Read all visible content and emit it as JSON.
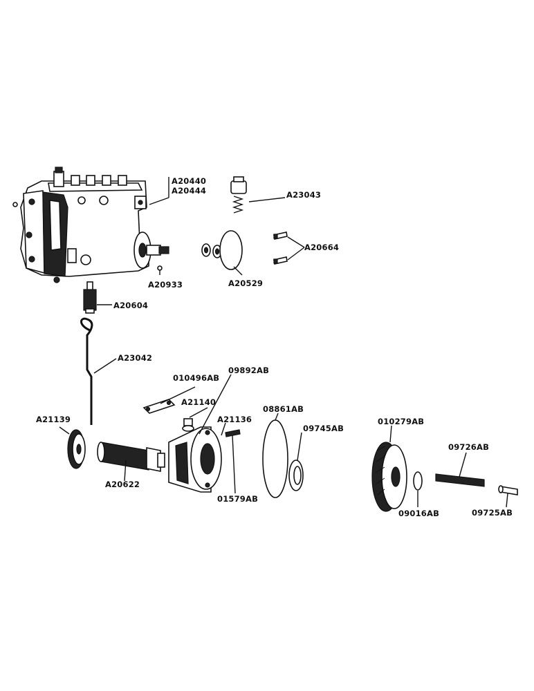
{
  "parts": [
    {
      "id": "p1",
      "number": "A20440"
    },
    {
      "id": "p2",
      "number": "A20444"
    },
    {
      "id": "p3",
      "number": "A23043"
    },
    {
      "id": "p4",
      "number": "A20664"
    },
    {
      "id": "p5",
      "number": "A20933"
    },
    {
      "id": "p6",
      "number": "A20529"
    },
    {
      "id": "p7",
      "number": "A20604"
    },
    {
      "id": "p8",
      "number": "A23042"
    },
    {
      "id": "p9",
      "number": "010496AB"
    },
    {
      "id": "p10",
      "number": "09892AB"
    },
    {
      "id": "p11",
      "number": "A21140"
    },
    {
      "id": "p12",
      "number": "A21136"
    },
    {
      "id": "p13",
      "number": "08861AB"
    },
    {
      "id": "p14",
      "number": "09745AB"
    },
    {
      "id": "p15",
      "number": "A21139"
    },
    {
      "id": "p16",
      "number": "A20622"
    },
    {
      "id": "p17",
      "number": "01579AB"
    },
    {
      "id": "p18",
      "number": "010279AB"
    },
    {
      "id": "p19",
      "number": "09726AB"
    },
    {
      "id": "p20",
      "number": "09016AB"
    },
    {
      "id": "p21",
      "number": "09725AB"
    }
  ]
}
